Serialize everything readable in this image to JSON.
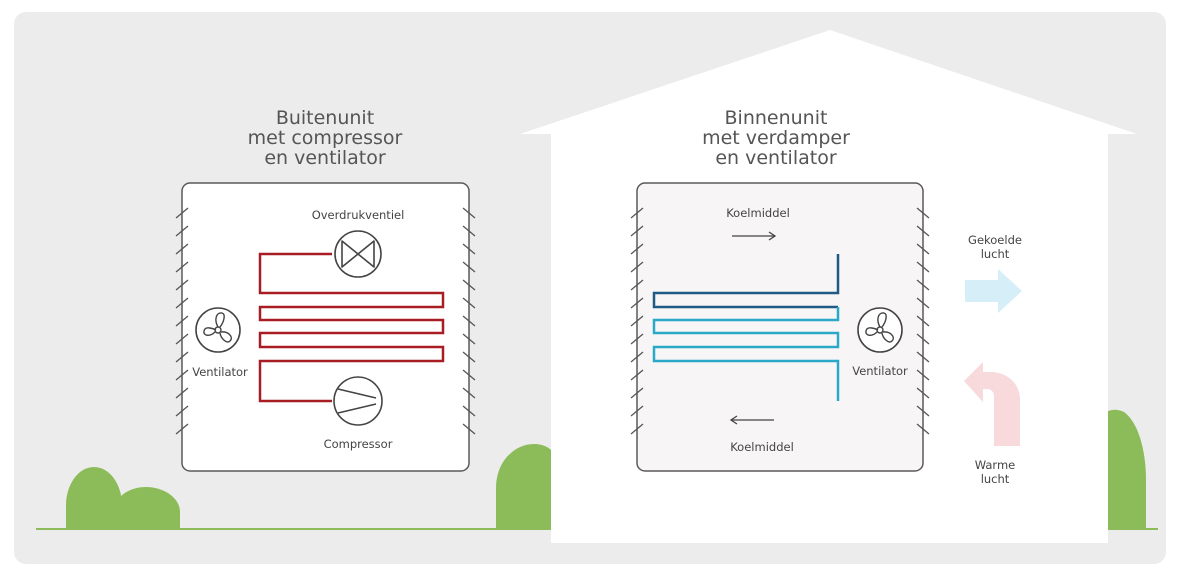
{
  "outdoor_unit": {
    "title_lines": [
      "Buitenunit",
      "met compressor",
      "en ventilator"
    ],
    "valve_label": "Overdrukventiel",
    "fan_label": "Ventilator",
    "compressor_label": "Compressor"
  },
  "indoor_unit": {
    "title_lines": [
      "Binnenunit",
      "met verdamper",
      "en ventilator"
    ],
    "refrigerant_top_label": "Koelmiddel",
    "refrigerant_bottom_label": "Koelmiddel",
    "fan_label": "Ventilator"
  },
  "air": {
    "cooled_label_lines": [
      "Gekoelde",
      "lucht"
    ],
    "warm_label_lines": [
      "Warme",
      "lucht"
    ]
  },
  "colors": {
    "background_panel": "#ececec",
    "house": "#ffffff",
    "hot_line": "#a81c24",
    "cold_line_dark": "#1f5a86",
    "cold_line_light": "#2aa8c8",
    "tree": "#8cbc5a",
    "cooled_air_arrow": "#d6eef8",
    "warm_air_arrow": "#f8d9dc"
  }
}
